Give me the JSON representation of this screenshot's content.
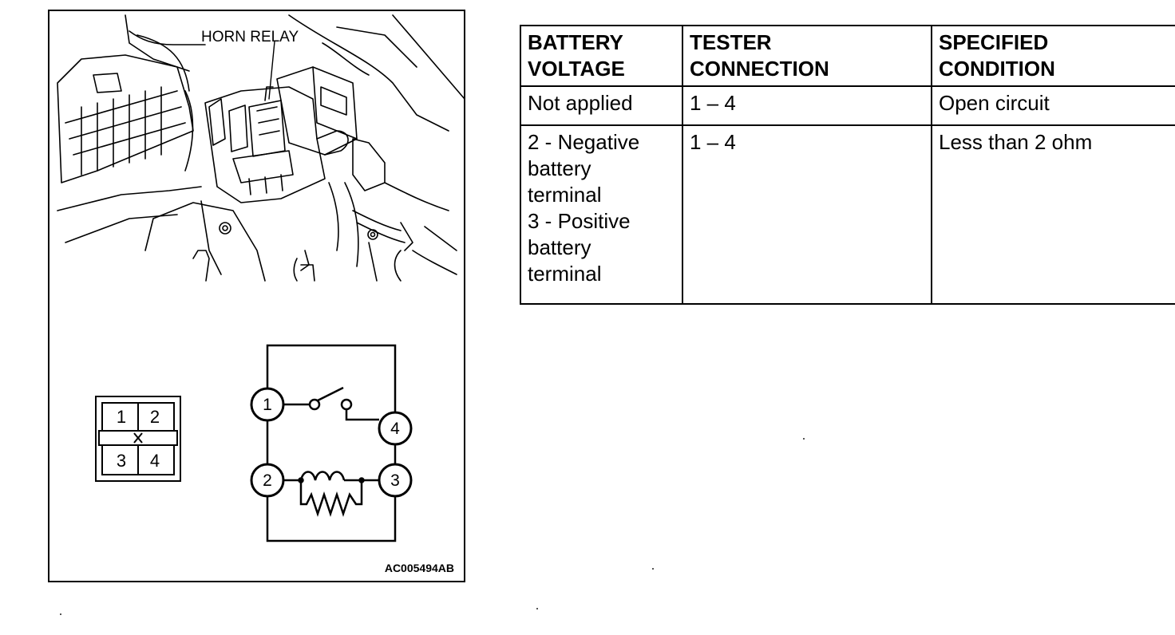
{
  "figure": {
    "horn_relay_label": "HORN RELAY",
    "figure_code": "AC005494AB",
    "connector_pins": [
      "1",
      "2",
      "3",
      "4"
    ],
    "schematic_terminals": [
      "1",
      "2",
      "3",
      "4"
    ]
  },
  "table": {
    "headers": [
      [
        "BATTERY",
        "VOLTAGE"
      ],
      [
        "TESTER",
        "CONNECTION"
      ],
      [
        "SPECIFIED",
        "CONDITION"
      ]
    ],
    "rows": [
      {
        "battery_voltage": [
          "Not applied"
        ],
        "tester_connection": "1 – 4",
        "specified_condition": "Open circuit"
      },
      {
        "battery_voltage": [
          "2 - Negative",
          "battery",
          "terminal",
          "3 - Positive",
          "battery",
          "terminal"
        ],
        "tester_connection": "1 – 4",
        "specified_condition": "Less than 2 ohm"
      }
    ]
  }
}
